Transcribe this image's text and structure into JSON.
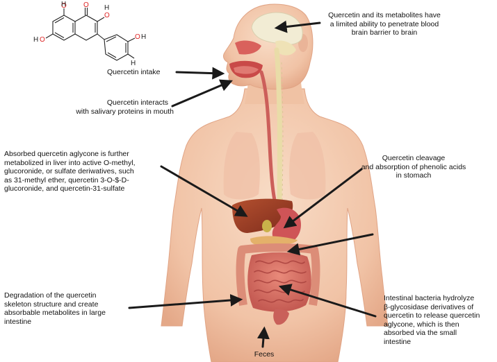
{
  "molecule": {
    "name": "quercetin-structure",
    "atoms": {
      "o1": "O",
      "o2": "O",
      "o3": "O",
      "o4": "O",
      "o5": "O",
      "h1": "H",
      "h2": "H",
      "h3": "H",
      "h4": "H",
      "h5": "H"
    }
  },
  "labels": {
    "bbb": [
      "Quercetin and its metabolites have",
      "a limited ability to penetrate blood",
      "brain barrier to brain"
    ],
    "intake": [
      "Quercetin intake"
    ],
    "mouth": [
      "Quercetin interacts",
      "with salivary proteins in mouth"
    ],
    "liver": [
      "Absorbed quercetin aglycone is further",
      "metabolized in liver into active O-methyl,",
      "glucoronide, or sulfate deriwatives, such",
      "as 31-methyl ether, quercetin 3-O-$-D-",
      "glucoronide, and quercetin-31-sulfate"
    ],
    "stomach": [
      "Quercetin cleavage",
      "and absorption of phenolic acids",
      "in stomach"
    ],
    "large_intestine": [
      "Degradation of the quercetin",
      "skeleton structure and create",
      "absorbable metabolites in large",
      "intestine"
    ],
    "small_intestine": [
      "Intestinal bacteria hydrolyze",
      "β-glycosidase derivatives of",
      "quercetin to release quercetin",
      "aglycone, which is then",
      "absorbed via the small",
      "intestine"
    ],
    "feces": [
      "Feces"
    ]
  },
  "colors": {
    "skin": "#f3c9ad",
    "skin_shadow": "#e3a585",
    "organ_red": "#c8484a",
    "liver": "#9c3a26",
    "intestine": "#d56a5f",
    "arrow": "#1a1a1a"
  }
}
